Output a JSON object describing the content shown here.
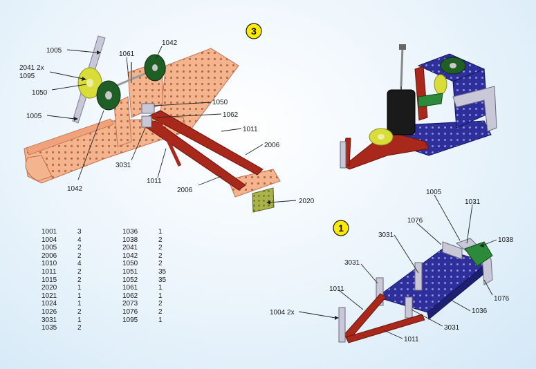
{
  "steps": {
    "step3": "3",
    "step1": "1"
  },
  "callouts_step3": {
    "c1005_top": "1005",
    "c2041": "2041 2x",
    "c1095": "1095",
    "c1050_left": "1050",
    "c1005_bottom": "1005",
    "c1061": "1061",
    "c1042_top": "1042",
    "c1050_right": "1050",
    "c1062": "1062",
    "c1011_right": "1011",
    "c2006_right": "2006",
    "c3031": "3031",
    "c1042_bottom": "1042",
    "c1011_bottom": "1011",
    "c2006_bottom": "2006",
    "c2020": "2020"
  },
  "callouts_step1": {
    "c1005": "1005",
    "c1031": "1031",
    "c1076_top": "1076",
    "c1038": "1038",
    "c3031_top": "3031",
    "c3031_left": "3031",
    "c1011_left": "1011",
    "c1004": "1004 2x",
    "c1076_right": "1076",
    "c1036": "1036",
    "c3031_bottom": "3031",
    "c1011_bottom": "1011"
  },
  "parts_left": [
    {
      "part": "1001",
      "qty": "3"
    },
    {
      "part": "1004",
      "qty": "4"
    },
    {
      "part": "1005",
      "qty": "2"
    },
    {
      "part": "2006",
      "qty": "2"
    },
    {
      "part": "1010",
      "qty": "4"
    },
    {
      "part": "1011",
      "qty": "2"
    },
    {
      "part": "1015",
      "qty": "2"
    },
    {
      "part": "2020",
      "qty": "1"
    },
    {
      "part": "1021",
      "qty": "1"
    },
    {
      "part": "1024",
      "qty": "1"
    },
    {
      "part": "1026",
      "qty": "2"
    },
    {
      "part": "3031",
      "qty": "1"
    },
    {
      "part": "1035",
      "qty": "2"
    }
  ],
  "parts_right": [
    {
      "part": "1036",
      "qty": "1"
    },
    {
      "part": "1038",
      "qty": "2"
    },
    {
      "part": "2041",
      "qty": "2"
    },
    {
      "part": "1042",
      "qty": "2"
    },
    {
      "part": "1050",
      "qty": "2"
    },
    {
      "part": "1051",
      "qty": "35"
    },
    {
      "part": "1052",
      "qty": "35"
    },
    {
      "part": "1061",
      "qty": "1"
    },
    {
      "part": "1062",
      "qty": "1"
    },
    {
      "part": "2073",
      "qty": "2"
    },
    {
      "part": "1076",
      "qty": "2"
    },
    {
      "part": "1095",
      "qty": "1"
    }
  ],
  "colors": {
    "plate_orange": "#f4b48e",
    "strip_red": "#a8281c",
    "plate_blue": "#2e2f9a",
    "wheel_green": "#1f5e25",
    "disc_yellow": "#d8dd3a",
    "strip_gray": "#c8c8d8"
  }
}
